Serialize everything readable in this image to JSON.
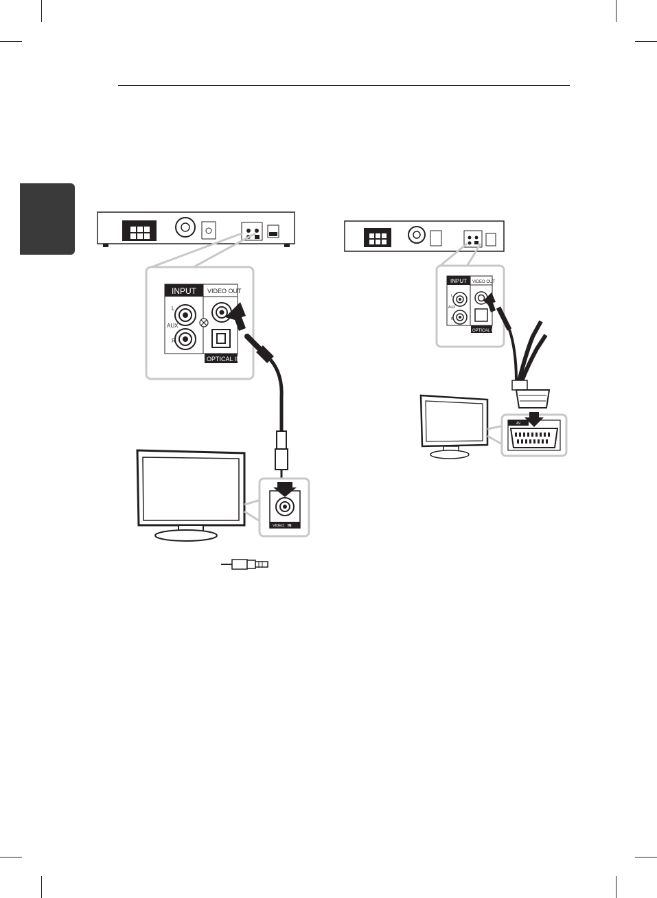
{
  "figure_left": {
    "panel_input": "INPUT",
    "panel_video_out": "VIDEO OUT",
    "jack_l": "L",
    "jack_aux": "AUX",
    "jack_r": "R",
    "panel_optical_in": "OPTICAL IN",
    "tv_jack_video": "VIDEO",
    "tv_jack_in": "IN"
  },
  "figure_right": {
    "panel_input": "INPUT",
    "panel_video_out": "VIDEO OUT",
    "jack_l": "L",
    "jack_aux": "AUX",
    "jack_r": "R",
    "panel_optical_in": "OPTICAL IN",
    "scart_label": "AV"
  },
  "colors": {
    "ink": "#231f20",
    "panel_border": "#c8c8c8",
    "tab_fill": "#3a3a3a"
  }
}
